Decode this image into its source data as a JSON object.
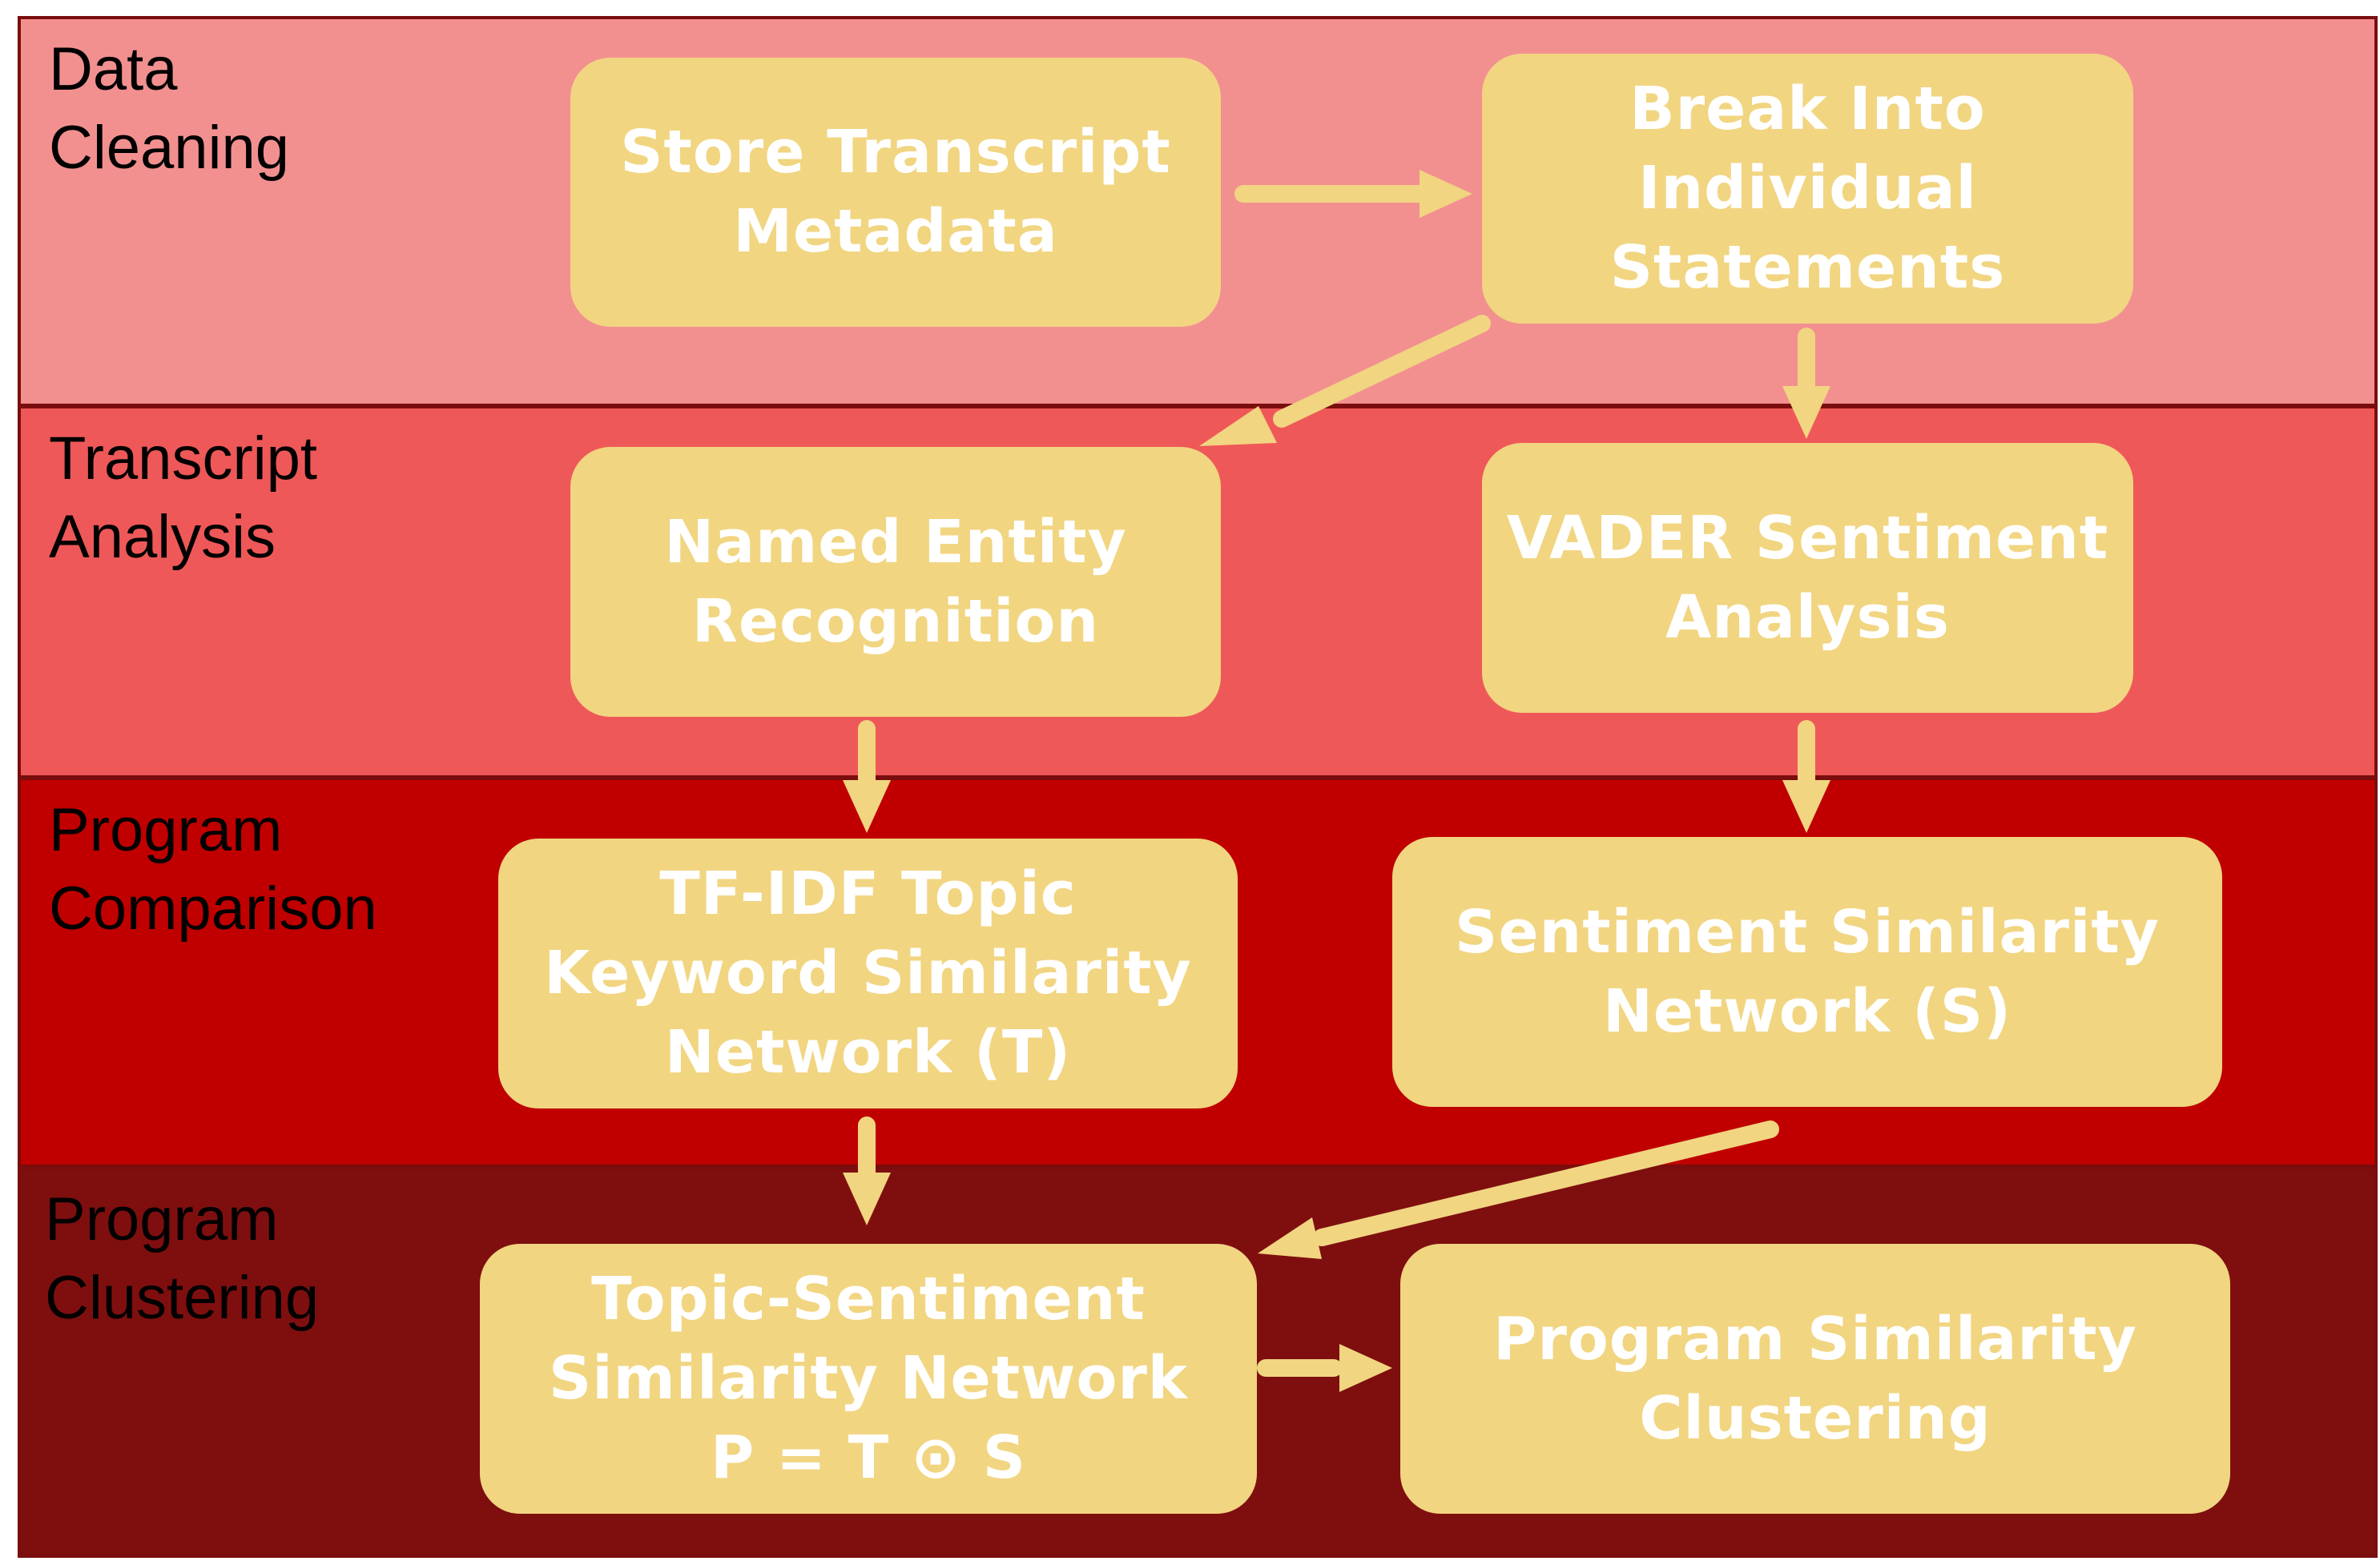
{
  "bands": [
    {
      "label": "Data\nCleaning"
    },
    {
      "label": "Transcript\nAnalysis"
    },
    {
      "label": "Program\nComparison"
    },
    {
      "label": "Program\nClustering"
    }
  ],
  "nodes": {
    "store_metadata": "Store Transcript\nMetadata",
    "break_statements": "Break Into\nIndividual\nStatements",
    "named_entity": "Named Entity\nRecognition",
    "vader_sentiment": "VADER Sentiment\nAnalysis",
    "tfidf_network": "TF-IDF Topic\nKeyword Similarity\nNetwork (T)",
    "sentiment_network": "Sentiment Similarity\nNetwork (S)",
    "topic_sentiment_network": "Topic-Sentiment\nSimilarity Network\nP = T ⊙ S",
    "program_clustering": "Program Similarity\nClustering"
  },
  "colors": {
    "band_data_cleaning": "#f29090",
    "band_transcript_analysis": "#ef5858",
    "band_program_comparison": "#c00000",
    "band_program_clustering": "#7f0f0f",
    "node_fill": "#f1d581",
    "node_text": "#ffffff",
    "arrow": "#f1d581",
    "band_border": "#7a0d0d"
  }
}
